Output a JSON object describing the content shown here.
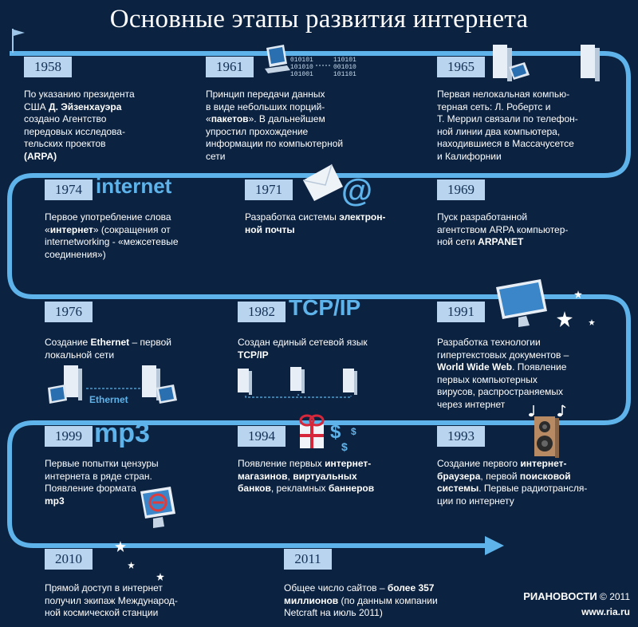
{
  "header": {
    "title": "Основные этапы развития интернета"
  },
  "milestones": [
    {
      "year": "1958",
      "lines": [
        "По указанию президента",
        "США <b>Д. Эйзенхауэра</b>",
        "создано Агентство",
        "передовых исследова-",
        "тельских проектов",
        "<b>(ARPA)</b>"
      ]
    },
    {
      "year": "1961",
      "lines": [
        "Принцип передачи данных",
        "в виде небольших порций-",
        "«<b>пакетов</b>». В дальнейшем",
        "упростил прохождение",
        "информации по компьютерной",
        "сети"
      ]
    },
    {
      "year": "1965",
      "lines": [
        "Первая нелокальная компью-",
        "терная сеть: Л. Робертс и",
        "Т. Меррил связали по телефон-",
        "ной линии два компьютера,",
        "находившиеся в Массачусетсе",
        "и Калифорнии"
      ]
    },
    {
      "year": "1974",
      "lines": [
        "Первое употребление слова",
        "«<b>интернет</b>» (сокращения от",
        "internetworking - «межсетевые",
        "соединения»)"
      ]
    },
    {
      "year": "1971",
      "lines": [
        "Разработка системы <b>электрон-</b>",
        "<b>ной почты</b>"
      ]
    },
    {
      "year": "1969",
      "lines": [
        "Пуск разработанной",
        "агентством ARPA компьютер-",
        "ной сети <b>ARPANET</b>"
      ]
    },
    {
      "year": "1976",
      "lines": [
        "Создание <b>Ethernet</b> – первой",
        "локальной сети"
      ]
    },
    {
      "year": "1982",
      "lines": [
        "Создан единый сетевой язык",
        "<b>TCP/IP</b>"
      ]
    },
    {
      "year": "1991",
      "lines": [
        "Разработка технологии",
        "гипертекстовых документов –",
        "<b>World Wide Web</b>. Появление",
        "первых компьютерных",
        "вирусов, распространяемых",
        "через интернет"
      ]
    },
    {
      "year": "1999",
      "lines": [
        "Первые попытки цензуры",
        "интернета в ряде стран.",
        "Появление формата",
        "<b>mp3</b>"
      ]
    },
    {
      "year": "1994",
      "lines": [
        "Появление первых <b>интернет-</b>",
        "<b>магазинов</b>, <b>виртуальных</b>",
        "<b>банков</b>, рекламных <b>баннеров</b>"
      ]
    },
    {
      "year": "1993",
      "lines": [
        "Создание первого <b>интернет-</b>",
        "<b>браузера</b>, первой <b>поисковой</b>",
        "<b>системы</b>. Первые радиотрансля-",
        "ции по интернету"
      ]
    },
    {
      "year": "2010",
      "lines": [
        "Прямой доступ в интернет",
        "получил экипаж Международ-",
        "ной космической станции"
      ]
    },
    {
      "year": "2011",
      "lines": [
        "Общее число сайтов – <b>более 357</b>",
        "<b>миллионов</b> (по данным компании",
        "Netcraft на июль 2011)"
      ]
    }
  ],
  "big_words": {
    "internet": "internet",
    "tcpip": "TCP/IP",
    "mp3": "mp3",
    "at": "@",
    "dollar": "$",
    "dollar_small": "$"
  },
  "binary": {
    "left": [
      "010101",
      "101010",
      "101001"
    ],
    "right": [
      "110101",
      "001010",
      "101101"
    ]
  },
  "ethernet_label": "Ethernet",
  "footer": {
    "brand": "РИАНОВОСТИ",
    "copyright": "© 2011",
    "site": "www.ria.ru"
  },
  "colors": {
    "background": "#0b2240",
    "track": "#5eb3ea",
    "year_box": "#b9d4ee",
    "year_text": "#123055",
    "accent_text": "#5eb3ea"
  },
  "icons": [
    "flag-icon",
    "laptop-icon",
    "server-icon",
    "envelope-icon",
    "monitor-icon",
    "gift-icon",
    "speaker-icon",
    "no-entry-icon",
    "star-icon",
    "music-note-icon"
  ]
}
